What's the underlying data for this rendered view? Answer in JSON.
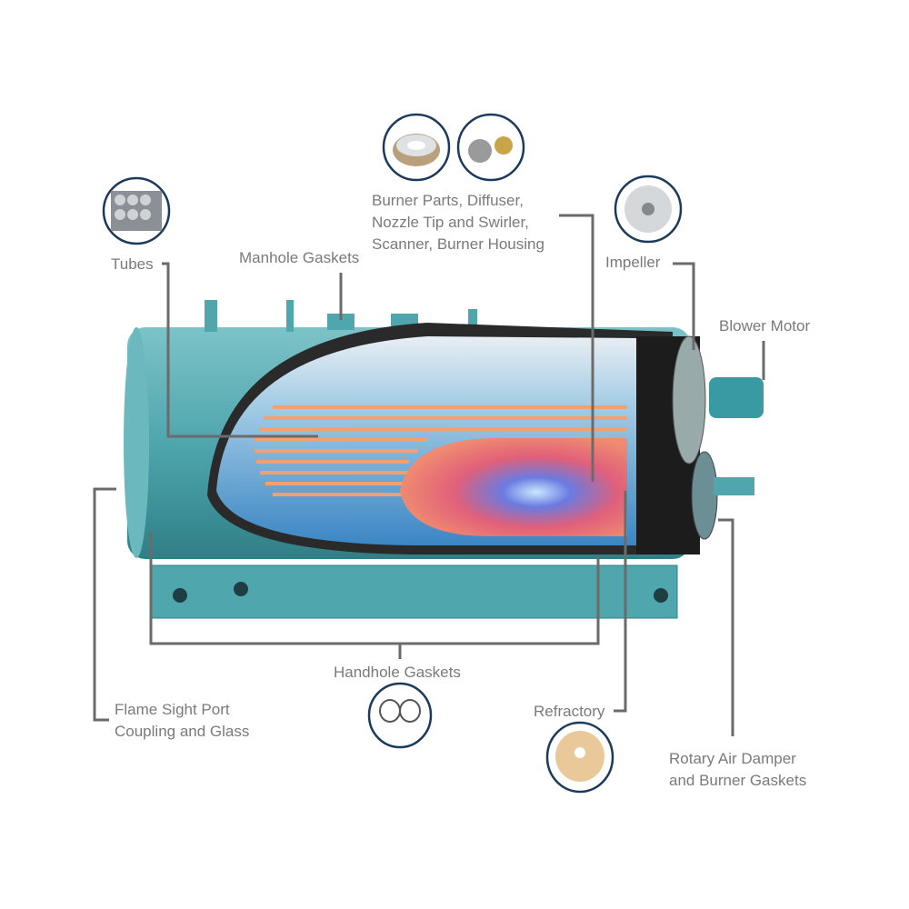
{
  "labels": {
    "tubes": "Tubes",
    "manhole": "Manhole Gaskets",
    "burner": [
      "Burner Parts, Diffuser,",
      "Nozzle Tip and Swirler,",
      "Scanner, Burner Housing"
    ],
    "impeller": "Impeller",
    "blower": "Blower Motor",
    "handhole": "Handhole Gaskets",
    "flame": [
      "Flame Sight Port",
      "Coupling and Glass"
    ],
    "refractory": "Refractory",
    "rotary": [
      "Rotary Air Damper",
      "and Burner Gaskets"
    ]
  },
  "colors": {
    "leader": "#6b6b6b",
    "ring": "#1b3a5c",
    "shell": "#4fa6ad",
    "text": "#7a7a7a"
  }
}
